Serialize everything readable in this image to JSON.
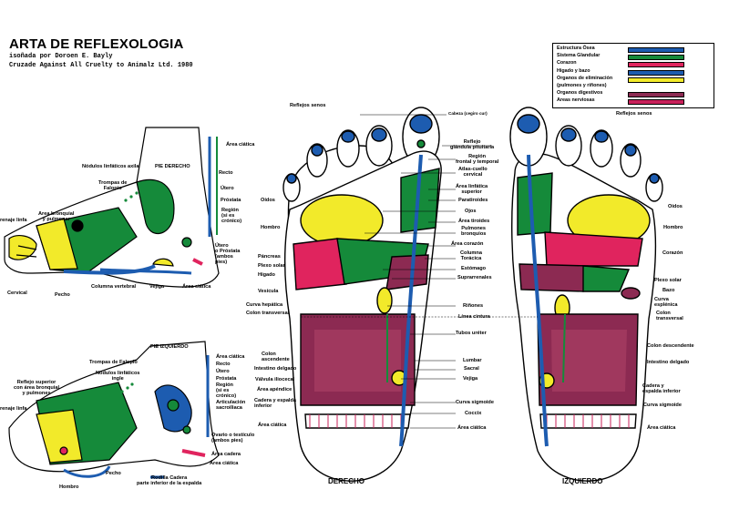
{
  "title": "ARTA DE REFLEXOLOGIA",
  "credit_line1": "isoñada por Doroen E. Bayly",
  "credit_line2": "Cruzade Against All Cruelty to Animalz Ltd. 1980",
  "legend": [
    {
      "label": "Estructura Ósea",
      "color": "#1d5cb0"
    },
    {
      "label": "Sistema Glandular",
      "color": "#158a3a"
    },
    {
      "label": "Corazon",
      "color": "#e0245e"
    },
    {
      "label": "Higado y bazo",
      "color": "#1d5cb0"
    },
    {
      "label": "Organos de eliminación",
      "color": "#f2ea2a"
    },
    {
      "label": "(pulmones y riñones)",
      "color": ""
    },
    {
      "label": "Organos digestivos",
      "color": "#8c2a52"
    },
    {
      "label": "Areas nerviosas",
      "color": "#c8205a"
    }
  ],
  "foot_titles": {
    "right_side": "PIE DERECHO",
    "left_side": "PIE IZQUIERDO",
    "derecho": "DERECHO",
    "izquierdo": "IZQUIERDO"
  },
  "side_right_labels": {
    "nodulos": "Nódulos linfáticos axila",
    "trompas": "Trompas de\nFalopio",
    "bronquial": "Area bronquial\ny pulmonar",
    "linfa": "renaje linfa",
    "cervical": "Cervical",
    "pecho": "Pecho",
    "columna": "Columna vertebral",
    "vejiga": "Vejiga",
    "ciatica_b": "Área ciática",
    "ciatica_t": "Área ciática",
    "recto": "Recto",
    "utero": "Útero",
    "prostata": "Próstata",
    "region": "Región\n(si es\ncrónico)",
    "utero_prostata": "Útero\no Próstata\n(ambos\npies)"
  },
  "side_left_labels": {
    "trompas": "Trompas de Falopio",
    "nodulos": "Nódulos linfáticos\ningle",
    "reflejo": "Reflejo superior\ncon área bronquial\ny pulmones",
    "linfa": "renaje linfa",
    "pecho": "Pecho",
    "hombro": "Hombro",
    "rodilla": "Rodilla Cadera\nparte inferior de la espalda",
    "ciatica_t": "Área ciática",
    "recto": "Recto",
    "utero": "Útero",
    "prostata": "Próstata",
    "region": "Región\n(si es\ncrónico)",
    "articulacion": "Articulación\nsacroiliaca",
    "ovario": "Ovario o testículo\n(ambos pies)",
    "cadera": "Área cadera",
    "ciatica_b": "Área ciática"
  },
  "center_labels": [
    "Cabeza (cegiro cur)",
    "Reflejo\nglándula pituitaria",
    "Región\nfrontal y temporal",
    "Atlas-cuello\ncervical",
    "Área linfática\nsuperior",
    "Paratiroides",
    "Ojos",
    "Área tiroides",
    "Pulmones\nbronquios",
    "Área corazón",
    "Columna\nTorácica",
    "Estómago",
    "Suprarrenales",
    "Riñones",
    "Línea cintura",
    "Tubos uréter",
    "Lumbar",
    "Sacral",
    "Vejiga",
    "Curva sigmoide",
    "Coccix",
    "Área ciática"
  ],
  "derecho_left_labels": {
    "reflejos": "Reflejos senos",
    "oidos": "Oídos",
    "hombro": "Hombro",
    "pancreas": "Páncreas",
    "plexo": "Plexo solar",
    "higado": "Hígado",
    "vesicula": "Vesícula",
    "curva": "Curva hepática",
    "colon_t": "Colon transversal",
    "colon_a": "Colon\nascendente",
    "intestino": "Intestino delgado",
    "valvula": "Válvula iliocecal",
    "apendice": "Área apéndice",
    "cadera": "Cadera y espalda\ninferior",
    "ciatica": "Área ciática"
  },
  "izquierdo_right_labels": {
    "reflejos": "Reflejos senos",
    "oidos": "Oídos",
    "hombro": "Hombro",
    "corazon": "Corazón",
    "plexo": "Plexo solar",
    "bazo": "Bazo",
    "curva_e": "Curva\nesplénica",
    "colon_t": "Colon\ntransversal",
    "colon_d": "Colon descendente",
    "intestino": "Intestino delgado",
    "cadera": "Cadera y\nespalda inferior",
    "sigmoide": "Curva sigmoide",
    "ciatica": "Área ciática"
  }
}
